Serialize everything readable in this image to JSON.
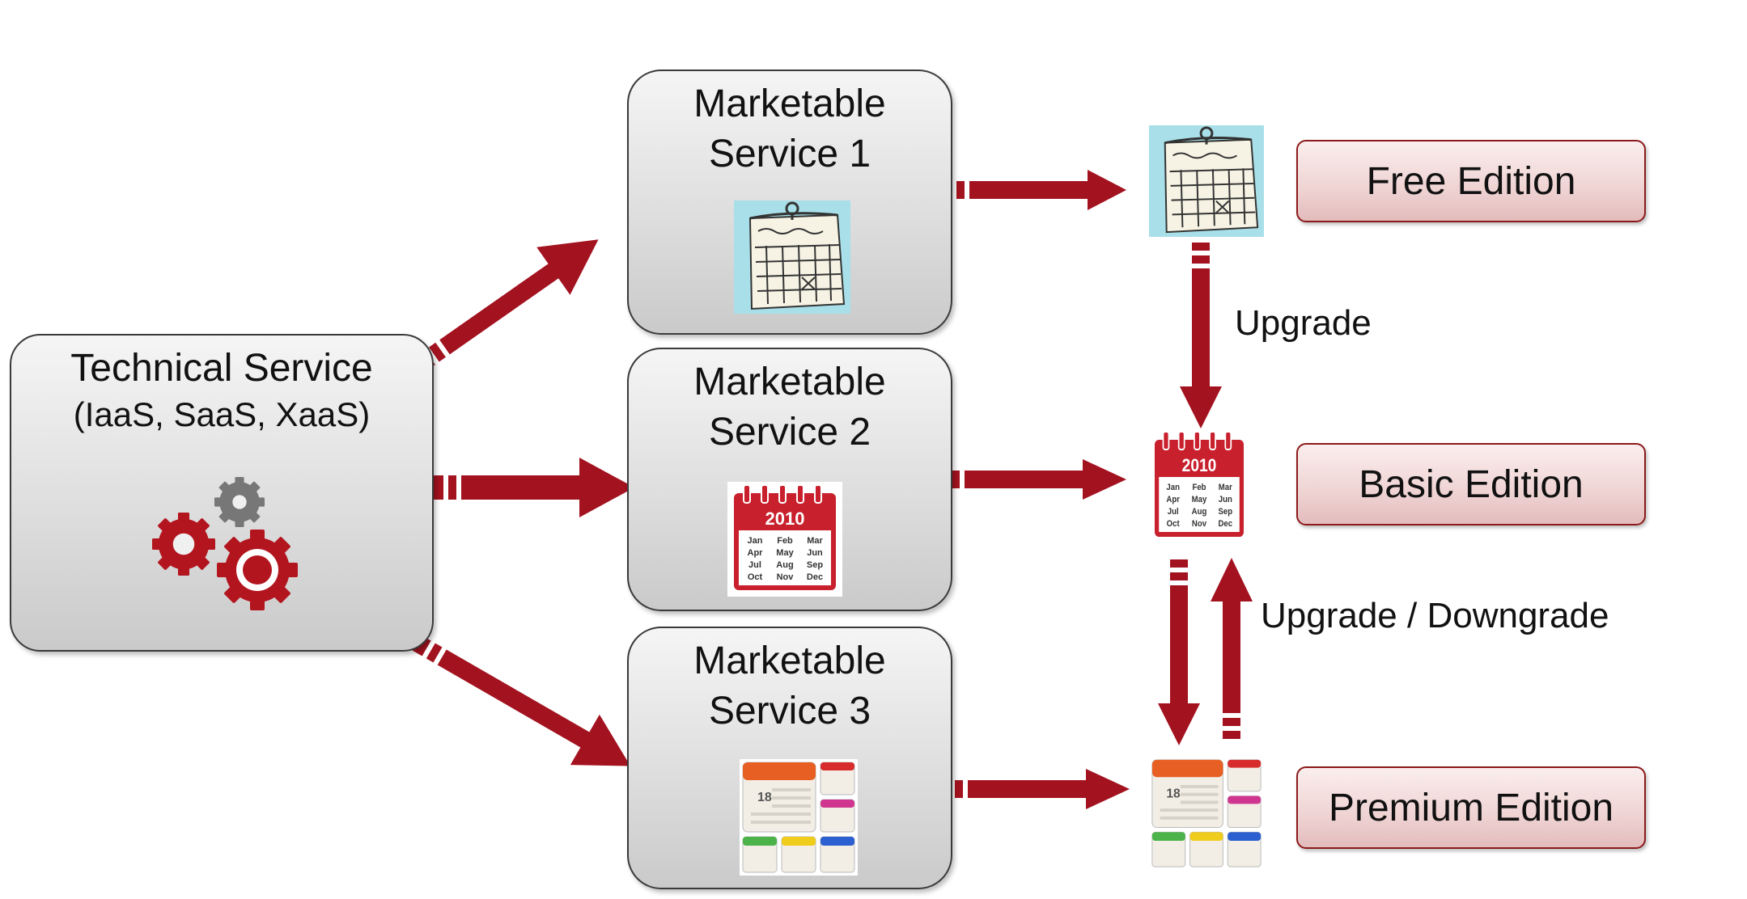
{
  "technical_service": {
    "title": "Technical Service",
    "subtitle": "(IaaS, SaaS, XaaS)",
    "icon": "gears-icon"
  },
  "marketable_services": [
    {
      "title_line1": "Marketable",
      "title_line2": "Service 1",
      "icon": "paper-calendar-icon"
    },
    {
      "title_line1": "Marketable",
      "title_line2": "Service 2",
      "icon": "red-2010-calendar-icon"
    },
    {
      "title_line1": "Marketable",
      "title_line2": "Service 3",
      "icon": "colorful-calendar-icon"
    }
  ],
  "marketplace": {
    "title": "Marketplace",
    "editions": [
      {
        "label": "Free Edition",
        "icon": "paper-calendar-icon"
      },
      {
        "label": "Basic Edition",
        "icon": "red-2010-calendar-icon"
      },
      {
        "label": "Premium Edition",
        "icon": "colorful-calendar-icon"
      }
    ],
    "transitions": {
      "upgrade": "Upgrade",
      "upgrade_downgrade": "Upgrade / Downgrade"
    }
  },
  "calendar_text": {
    "year": "2010",
    "months": [
      "Jan",
      "Feb",
      "Mar",
      "Apr",
      "May",
      "Jun",
      "Jul",
      "Aug",
      "Sep",
      "Oct",
      "Nov",
      "Dec"
    ],
    "day": "18"
  },
  "colors": {
    "arrow": "#a3121f",
    "box_border": "#3a3a3a",
    "edition_border": "#8b1a1a"
  }
}
